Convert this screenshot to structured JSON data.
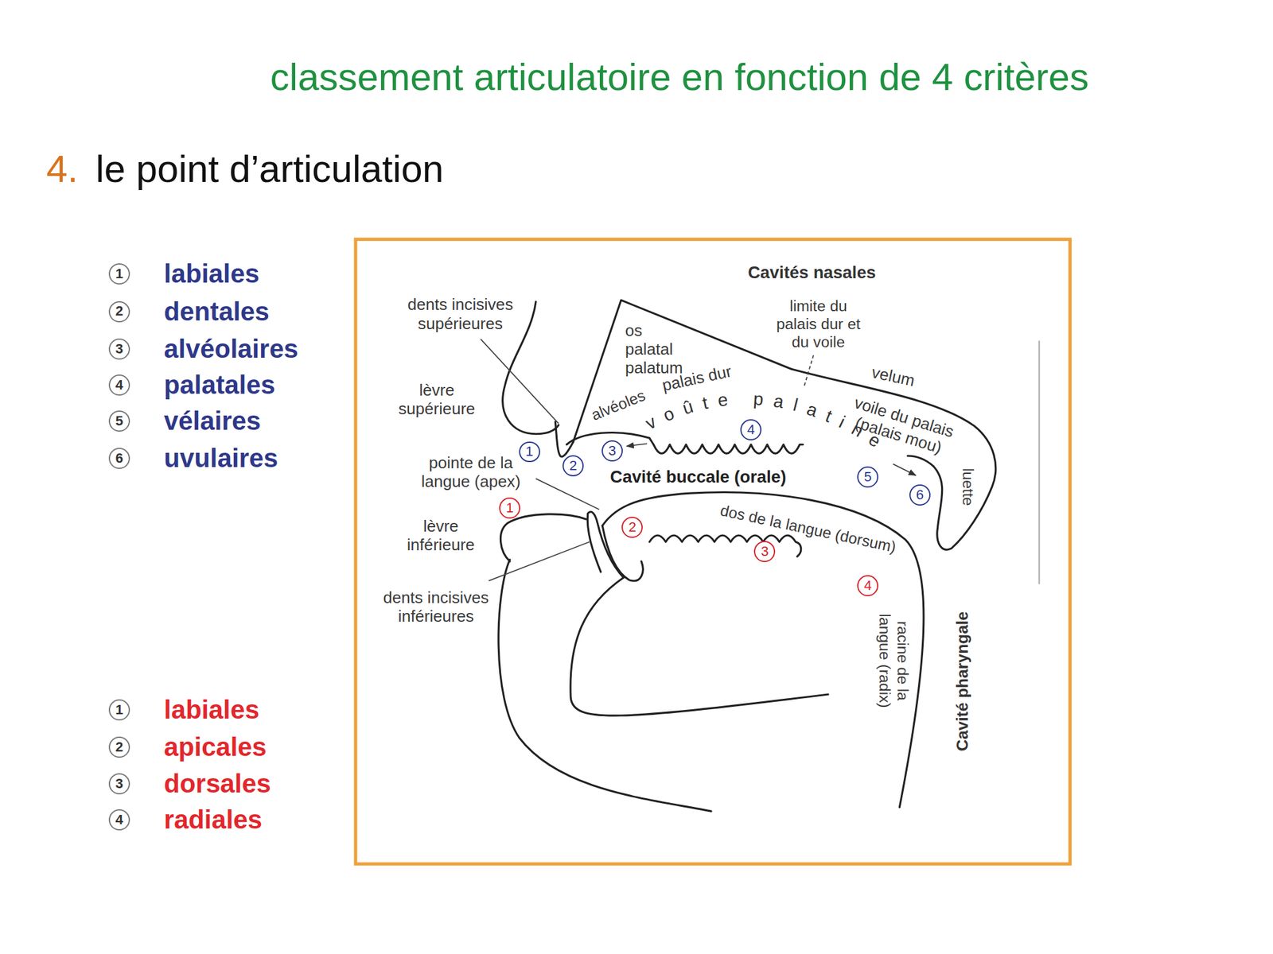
{
  "diagram": {
    "title": "classement articulatoire en fonction de 4 critères",
    "labels": [
      "4.",
      "le point d’articulation",
      "1",
      "labiales",
      "2",
      "dentales",
      "3",
      "alvéolaires",
      "4",
      "palatales",
      "5",
      "vélaires",
      "6",
      "uvulaires",
      "Cavités nasales",
      "dents incisives supérieures",
      "os palatal palatum",
      "limite du palais dur et du voile",
      "palais dur",
      "velum",
      "lèvre supérieure",
      "alvéoles",
      "voûte palatine",
      "voile du palais (palais mou)",
      "4",
      "1",
      "2",
      "3",
      "5",
      "6",
      "luette",
      "pointe de la langue (apex)",
      "Cavité buccale (orale)",
      "dos de la langue (dorsum)",
      "1",
      "2",
      "3",
      "lèvre inférieure",
      "4",
      "dents incisives inférieures",
      "racine de la langue (radix)",
      "Cavité pharyngale",
      "1",
      "labiales",
      "2",
      "apicales",
      "3",
      "dorsales",
      "4",
      "radiales"
    ]
  }
}
